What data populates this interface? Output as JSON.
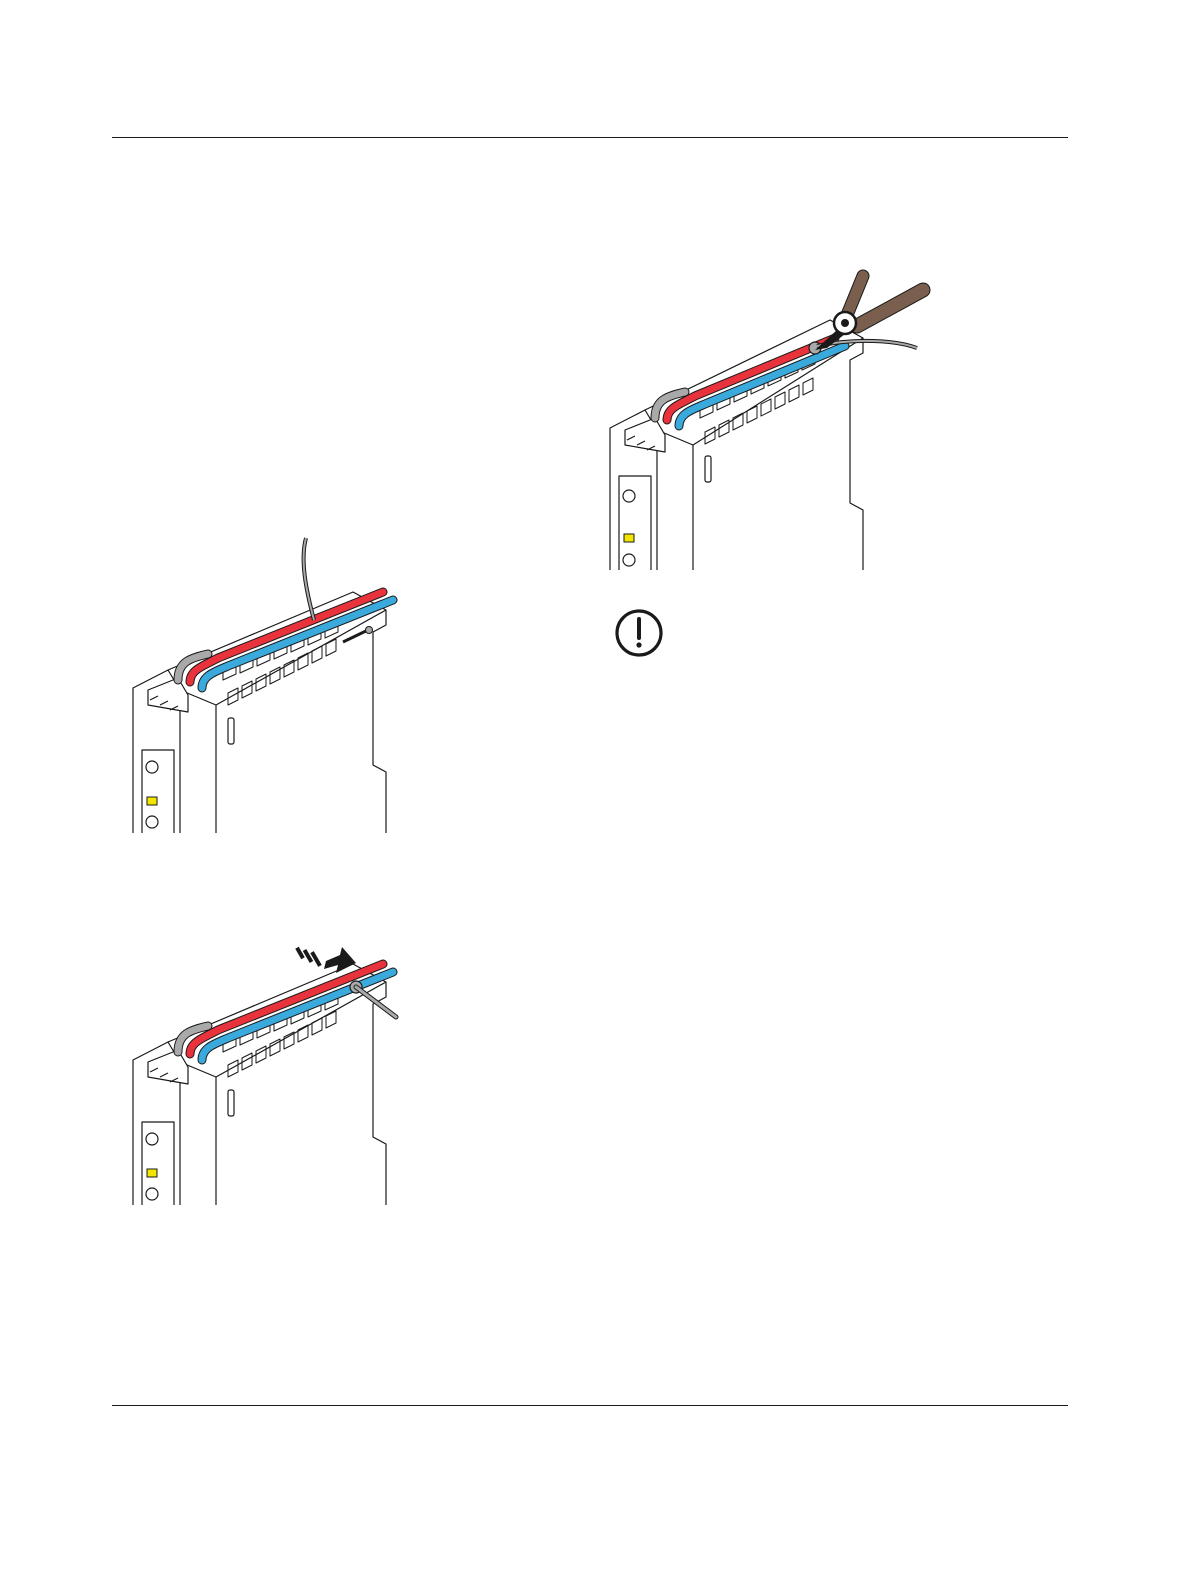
{
  "document": {
    "figures": [
      {
        "id": "cable-tie-threaded",
        "description_icon": "device-with-loose-cable-tie-icon"
      },
      {
        "id": "cable-tie-tightened",
        "description_icon": "device-with-tightened-cable-tie-icon"
      },
      {
        "id": "cable-tie-trimmed",
        "description_icon": "device-with-pliers-cutting-tie-icon"
      }
    ],
    "note": {
      "icon": "attention-exclamation-icon"
    }
  },
  "colors": {
    "wire_red": "#e8323c",
    "wire_blue": "#3aa9dc",
    "wire_grey": "#a9a9a9",
    "pliers_brown": "#7a5f4e",
    "led_yellow": "#f2e600",
    "line": "#1a1a1a"
  }
}
